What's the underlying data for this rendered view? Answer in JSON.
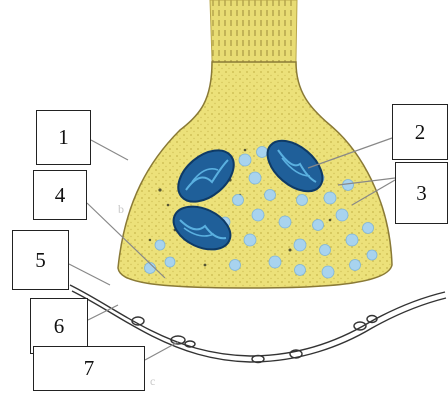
{
  "labels": [
    "1",
    "2",
    "3",
    "4",
    "5",
    "6",
    "7"
  ],
  "faint_text": [
    "b",
    "c"
  ],
  "colors": {
    "terminal_fill": "#ece17a",
    "terminal_outline": "#8a7a36",
    "mitochondria_fill": "#1f5f99",
    "mitochondria_cristae": "#5ab0e0",
    "vesicle_fill": "#a8d3ee",
    "membrane": "#333333",
    "leader_line": "#888888"
  }
}
